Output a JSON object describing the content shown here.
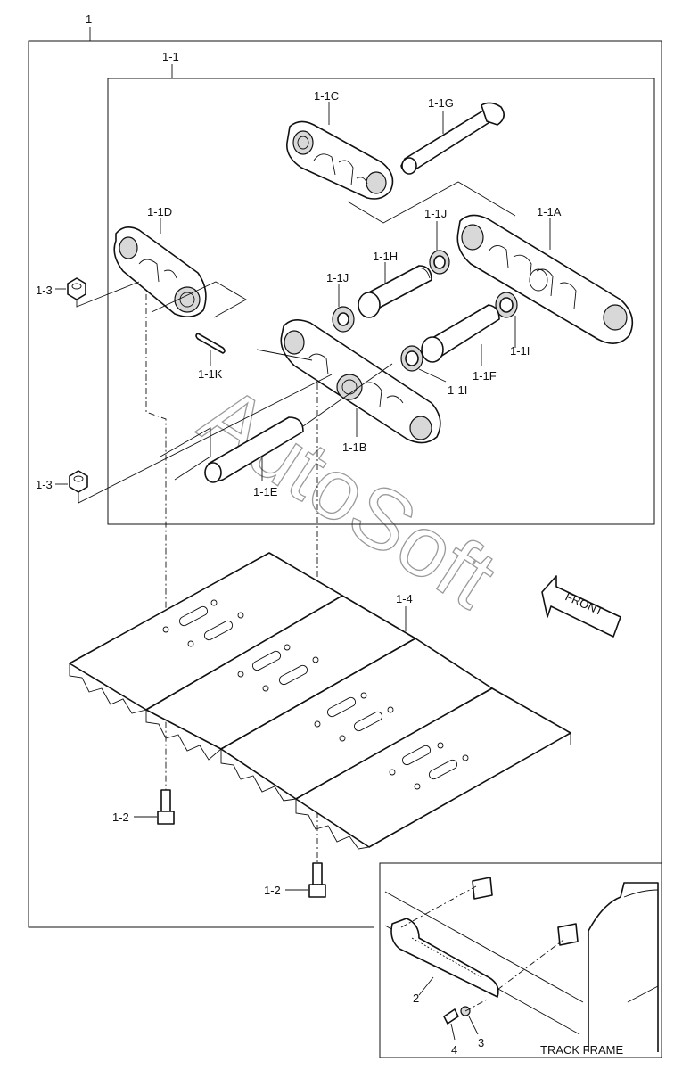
{
  "labels": {
    "assembly": "1",
    "subassembly": "1-1",
    "link_c": "1-1C",
    "pin_g": "1-1G",
    "link_d": "1-1D",
    "spacer_j_top": "1-1J",
    "link_a": "1-1A",
    "bushing_h": "1-1H",
    "spacer_j_left": "1-1J",
    "nut_top": "1-3",
    "pin_k": "1-1K",
    "seal_i_right": "1-1I",
    "bushing_f": "1-1F",
    "seal_i_mid": "1-1I",
    "link_b": "1-1B",
    "nut_bottom": "1-3",
    "pin_e": "1-1E",
    "shoe": "1-4",
    "bolt_left": "1-2",
    "bolt_right": "1-2",
    "guard": "2",
    "washer": "3",
    "bolt_guard": "4"
  },
  "front_label": "FRONT",
  "inset_title": "TRACK FRAME",
  "watermark": "AutoSoft",
  "colors": {
    "line": "#111111",
    "shade": "#d8d8d8",
    "watermark": "#9a9a9a"
  }
}
